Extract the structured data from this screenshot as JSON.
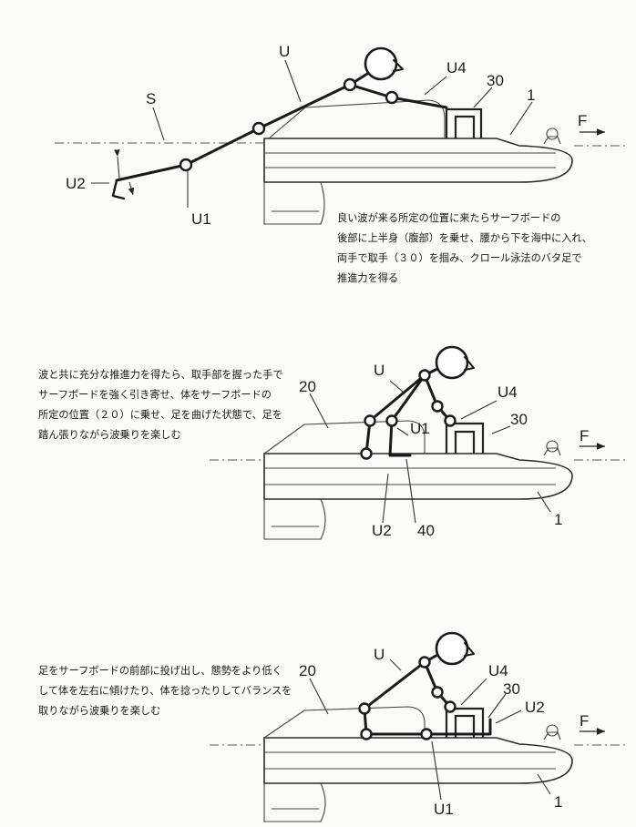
{
  "panel1": {
    "labels": {
      "u": "U",
      "u4": "U4",
      "handle": "30",
      "board": "1",
      "s": "S",
      "f": "F",
      "u2": "U2",
      "u1": "U1"
    },
    "caption": [
      "良い波が来る所定の位置に来たらサーフボードの",
      "後部に上半身（腹部）を乗せ、腰から下を海中に入れ、",
      "両手で取手（３０）を掴み、クロール泳法のバタ足で",
      "推進力を得る"
    ]
  },
  "panel2": {
    "labels": {
      "u": "U",
      "u4": "U4",
      "pos": "20",
      "handle": "30",
      "f": "F",
      "u1": "U1",
      "u2": "U2",
      "foot": "40",
      "board": "1"
    },
    "caption": [
      "波と共に充分な推進力を得たら、取手部を握った手で",
      "サーフボードを強く引き寄せ、体をサーフボードの",
      "所定の位置（２０）に乗せ、足を曲げた状態で、足を",
      "踏ん張りながら波乗りを楽しむ"
    ]
  },
  "panel3": {
    "labels": {
      "u": "U",
      "pos": "20",
      "u4": "U4",
      "handle": "30",
      "u2": "U2",
      "f": "F",
      "u1": "U1",
      "board": "1"
    },
    "caption": [
      "足をサーフボードの前部に投げ出し、態勢をより低く",
      "して体を左右に傾けたり、体を捻ったりしてバランスを",
      "取りながら波乗りを楽しむ"
    ]
  }
}
